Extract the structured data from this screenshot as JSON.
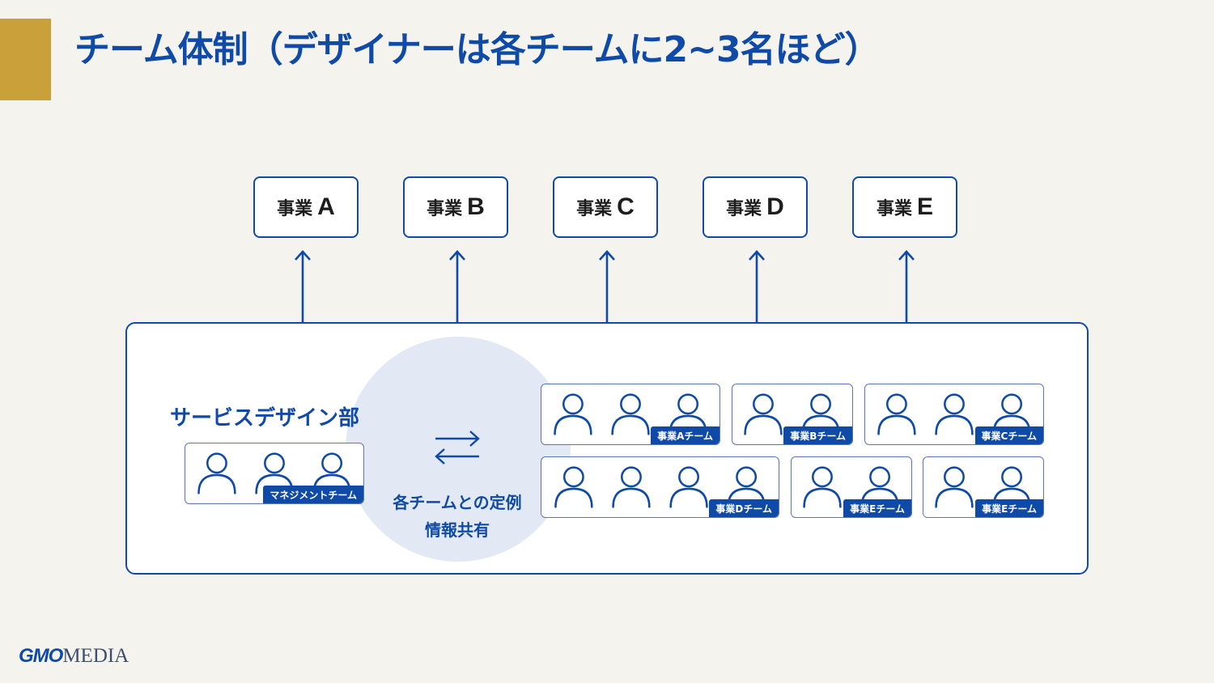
{
  "title": "チーム体制（デザイナーは各チームに2~3名ほど）",
  "businesses": [
    {
      "prefix": "事業",
      "letter": "A"
    },
    {
      "prefix": "事業",
      "letter": "B"
    },
    {
      "prefix": "事業",
      "letter": "C"
    },
    {
      "prefix": "事業",
      "letter": "D"
    },
    {
      "prefix": "事業",
      "letter": "E"
    }
  ],
  "department": {
    "title": "サービスデザイン部",
    "sharing_line1": "各チームとの定例",
    "sharing_line2": "情報共有",
    "management_team": {
      "label": "マネジメントチーム",
      "members": 3
    },
    "teams": [
      {
        "label": "事業Aチーム",
        "members": 3
      },
      {
        "label": "事業Bチーム",
        "members": 2
      },
      {
        "label": "事業Cチーム",
        "members": 3
      },
      {
        "label": "事業Dチーム",
        "members": 4
      },
      {
        "label": "事業Eチーム",
        "members": 2
      },
      {
        "label": "事業Eチーム",
        "members": 2
      }
    ]
  },
  "logo": {
    "brand": "GMO",
    "suffix": "MEDIA"
  },
  "colors": {
    "accent": "#c9a03a",
    "primary": "#0f4aa6",
    "background": "#f5f3ee",
    "circle": "#e2e9f5"
  },
  "icons": {
    "person": "person-icon",
    "arrow": "arrow-up-icon",
    "swap": "swap-arrows-icon"
  }
}
